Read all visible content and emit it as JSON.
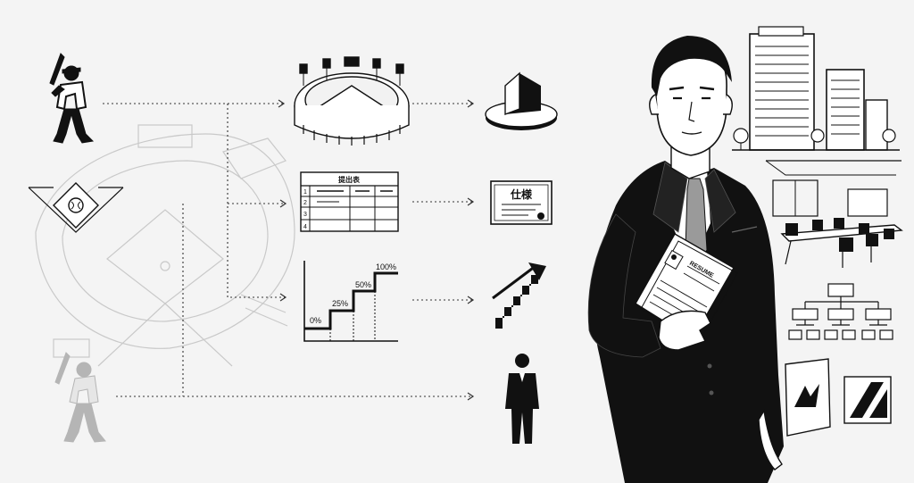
{
  "table_icon": {
    "header": "提出表",
    "rows": [
      "1",
      "2",
      "3",
      "4"
    ]
  },
  "spec_icon": {
    "title": "仕様"
  },
  "step_chart": {
    "levels": [
      "0%",
      "25%",
      "50%",
      "100%"
    ]
  },
  "document": {
    "heading": "RESUME"
  },
  "colors": {
    "ink": "#111111",
    "faded": "#bdbdbd",
    "background": "#f4f4f4"
  }
}
